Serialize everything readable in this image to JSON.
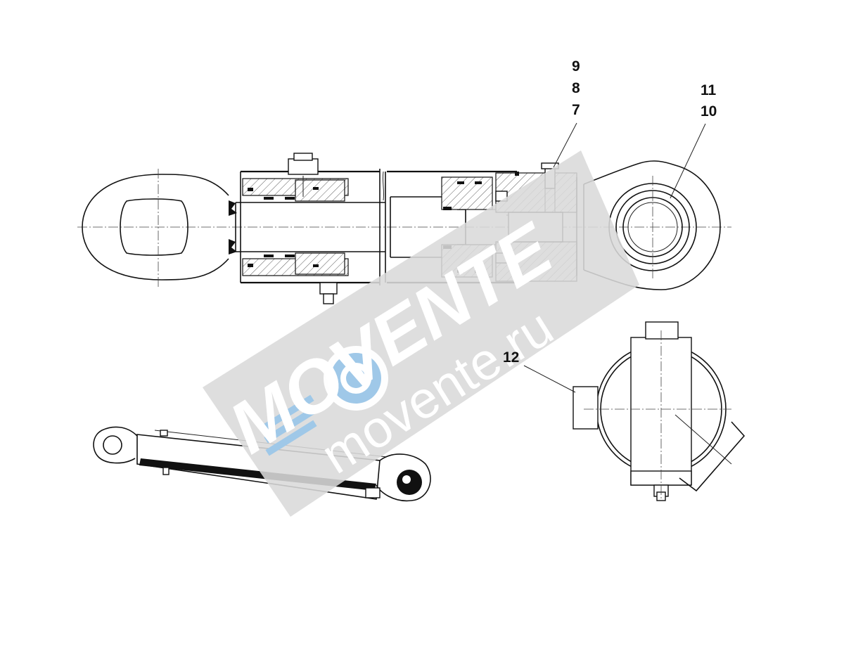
{
  "callouts": {
    "c9": "9",
    "c8": "8",
    "c7": "7",
    "c11": "11",
    "c10": "10",
    "c12": "12"
  },
  "watermark": {
    "brand": "MOVENTE",
    "site": "movente.ru",
    "band_color": "#d9d9d9",
    "logo_color": "#9fc8e8"
  }
}
